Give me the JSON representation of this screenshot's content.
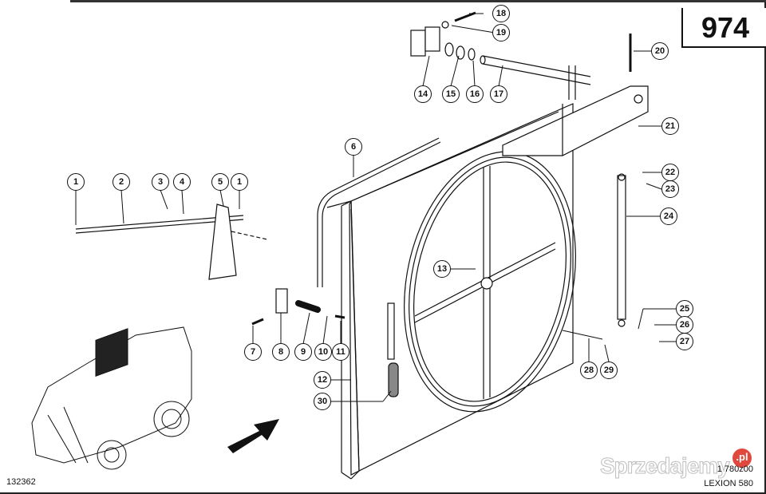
{
  "page_number": "974",
  "drawing_ref": "132362",
  "drawing_code": "1 780z00",
  "model": "LEXION 580",
  "watermark": {
    "text": "Sprzedajemy",
    "badge": ".pl",
    "badge_color": "#e0483e"
  },
  "callouts": [
    {
      "id": "c1a",
      "label": "1"
    },
    {
      "id": "c2",
      "label": "2"
    },
    {
      "id": "c3",
      "label": "3"
    },
    {
      "id": "c4",
      "label": "4"
    },
    {
      "id": "c5",
      "label": "5"
    },
    {
      "id": "c1b",
      "label": "1"
    },
    {
      "id": "c6",
      "label": "6"
    },
    {
      "id": "c7",
      "label": "7"
    },
    {
      "id": "c8",
      "label": "8"
    },
    {
      "id": "c9",
      "label": "9"
    },
    {
      "id": "c10",
      "label": "10"
    },
    {
      "id": "c11",
      "label": "11"
    },
    {
      "id": "c12",
      "label": "12"
    },
    {
      "id": "c13",
      "label": "13"
    },
    {
      "id": "c14",
      "label": "14"
    },
    {
      "id": "c15",
      "label": "15"
    },
    {
      "id": "c16",
      "label": "16"
    },
    {
      "id": "c17",
      "label": "17"
    },
    {
      "id": "c18",
      "label": "18"
    },
    {
      "id": "c19",
      "label": "19"
    },
    {
      "id": "c20",
      "label": "20"
    },
    {
      "id": "c21",
      "label": "21"
    },
    {
      "id": "c22",
      "label": "22"
    },
    {
      "id": "c23",
      "label": "23"
    },
    {
      "id": "c24",
      "label": "24"
    },
    {
      "id": "c25",
      "label": "25"
    },
    {
      "id": "c26",
      "label": "26"
    },
    {
      "id": "c27",
      "label": "27"
    },
    {
      "id": "c28",
      "label": "28"
    },
    {
      "id": "c29",
      "label": "29"
    },
    {
      "id": "c30",
      "label": "30"
    }
  ]
}
